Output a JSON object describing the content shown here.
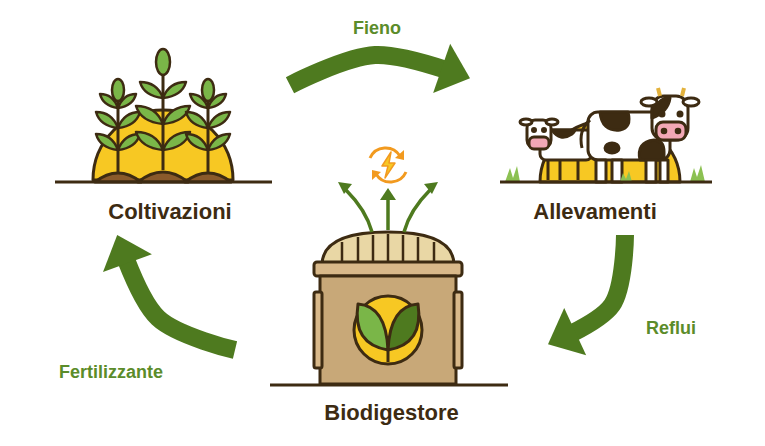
{
  "diagram": {
    "nodes": [
      {
        "text": [
          "Coltivazioni"
        ]
      },
      {
        "text": [
          "Allevamenti"
        ]
      },
      {
        "text": [
          "Biodigestore"
        ]
      }
    ],
    "edges": [
      {
        "from": 0,
        "to": 1,
        "label": "Fieno",
        "arrow": "to"
      },
      {
        "from": 1,
        "to": 2,
        "label": "Reflui",
        "arrow": "to"
      },
      {
        "from": 2,
        "to": 0,
        "label": "Fertilizzante",
        "arrow": "to"
      }
    ]
  }
}
